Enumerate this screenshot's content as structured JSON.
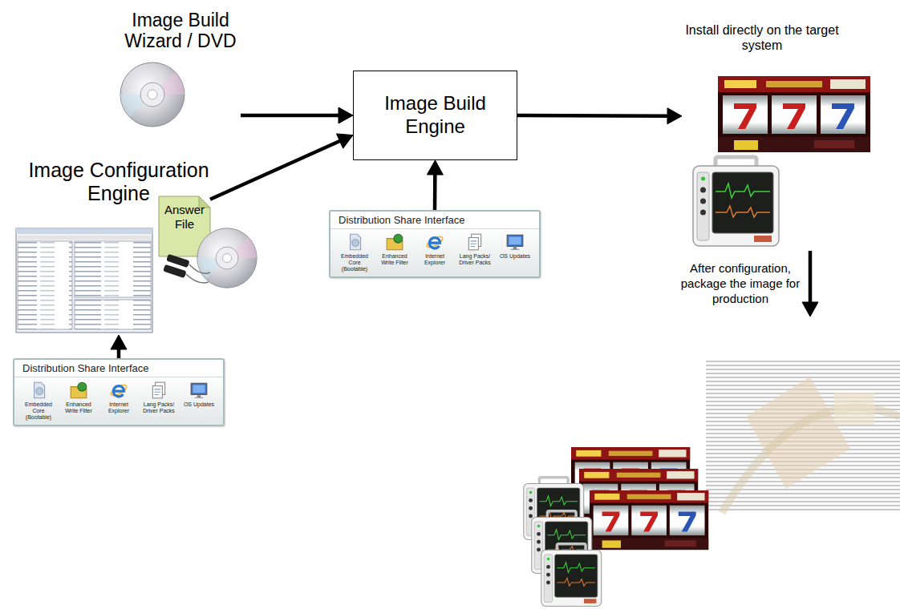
{
  "diagram": {
    "nodes": [
      {
        "text": [
          "Image Build Wizard / DVD"
        ]
      },
      {
        "text": [
          "Image Build Engine"
        ]
      },
      {
        "text": [
          "Install directly on the target system"
        ]
      },
      {
        "text": [
          "Image Configuration Engine"
        ]
      },
      {
        "text": [
          "Answer File"
        ]
      },
      {
        "text": [
          "Distribution Share Interface",
          "Embedded Core (Bootable)",
          "Enhanced Write Filter",
          "Internet Explorer",
          "Lang Packs/ Driver Packs",
          "OS Updates"
        ]
      },
      {
        "text": [
          "After configuration, package the image for production"
        ]
      },
      {
        "text": [
          "Distribution Share Interface",
          "Embedded Core (Bootable)",
          "Enhanced Write Filter",
          "Internet Explorer",
          "Lang Packs/ Driver Packs",
          "OS Updates"
        ]
      }
    ],
    "edges": [
      {
        "from": 0,
        "to": 1,
        "arrow": "to"
      },
      {
        "from": 4,
        "to": 1,
        "arrow": "to"
      },
      {
        "from": 5,
        "to": 1,
        "arrow": "to"
      },
      {
        "from": 1,
        "to": 2,
        "arrow": "to"
      },
      {
        "from": 2,
        "to": 6,
        "arrow": "to"
      },
      {
        "from": 7,
        "to": 3,
        "arrow": "to"
      }
    ]
  }
}
